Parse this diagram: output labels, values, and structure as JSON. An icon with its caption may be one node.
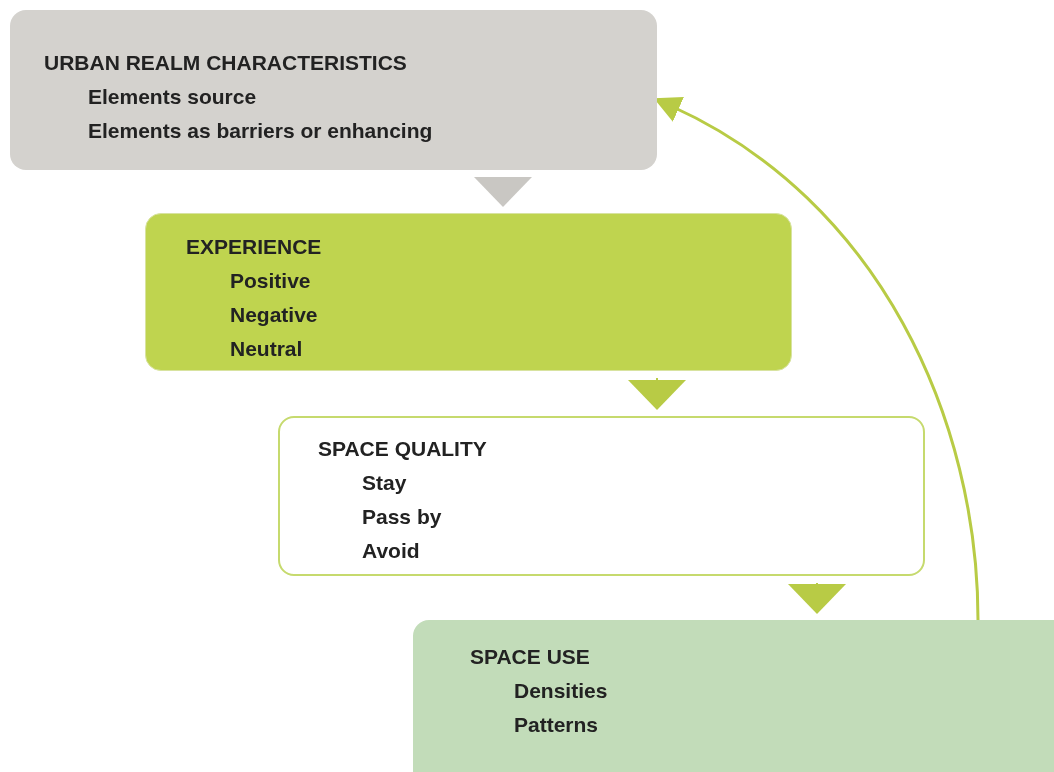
{
  "diagram": {
    "nodes": [
      {
        "text": [
          "URBAN REALM CHARACTERISTICS",
          "Elements source",
          "Elements as barriers or enhancing"
        ]
      },
      {
        "text": [
          "EXPERIENCE",
          "Positive",
          "Negative",
          "Neutral"
        ]
      },
      {
        "text": [
          "SPACE QUALITY",
          "Stay",
          "Pass by",
          "Avoid"
        ]
      },
      {
        "text": [
          "SPACE USE",
          "Densities",
          "Patterns"
        ]
      }
    ],
    "edges": [
      {
        "from": 0,
        "to": 1,
        "arrow": "to",
        "color": "#c9c7c3"
      },
      {
        "from": 1,
        "to": 2,
        "arrow": "to"
      },
      {
        "from": 2,
        "to": 3,
        "arrow": "to"
      },
      {
        "from": 3,
        "to": 0,
        "arrow": "to"
      }
    ]
  }
}
